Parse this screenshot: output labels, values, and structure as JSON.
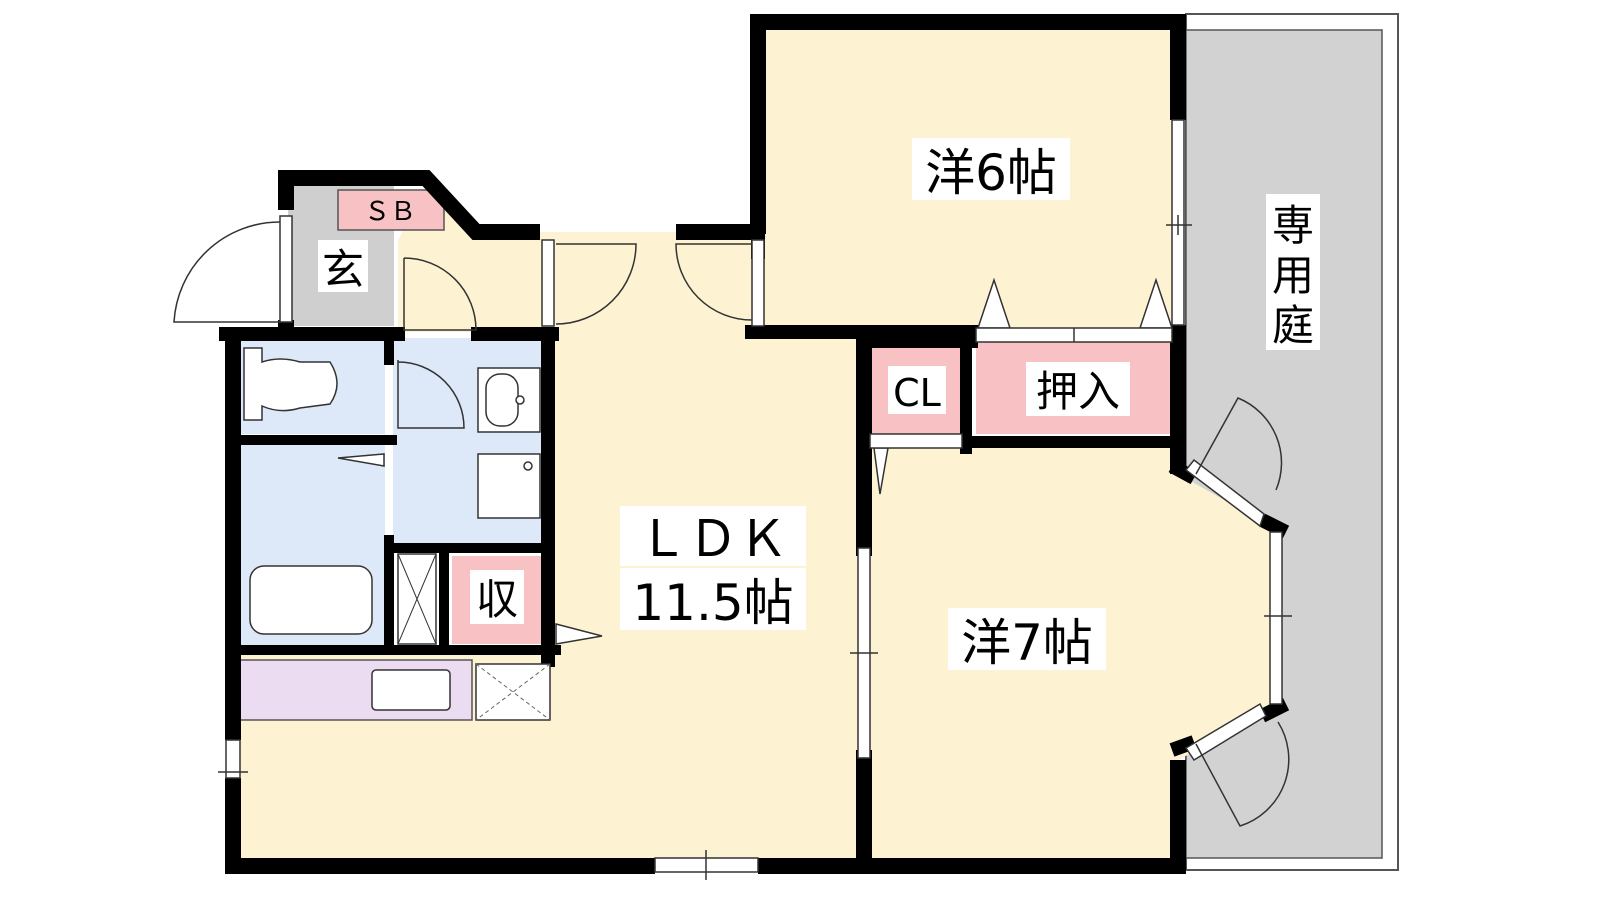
{
  "rooms": {
    "western_6": "洋6帖",
    "western_7": "洋7帖",
    "ldk_name": "ＬＤＫ",
    "ldk_size": "11.5帖",
    "closet": "CL",
    "oshiire": "押入",
    "storage": "収",
    "entrance": "玄",
    "shoe_box": "ＳＢ",
    "garden_line1": "専",
    "garden_line2": "用",
    "garden_line3": "庭"
  },
  "colors": {
    "room_cream": "#fdf2d2",
    "wet_blue": "#dde9f8",
    "storage_pink": "#f8c2c4",
    "entrance_gray": "#cfcfcf",
    "garden_gray": "#d2d2d2",
    "kitchen_purple": "#ebdcf2",
    "wall_black": "#000000"
  }
}
